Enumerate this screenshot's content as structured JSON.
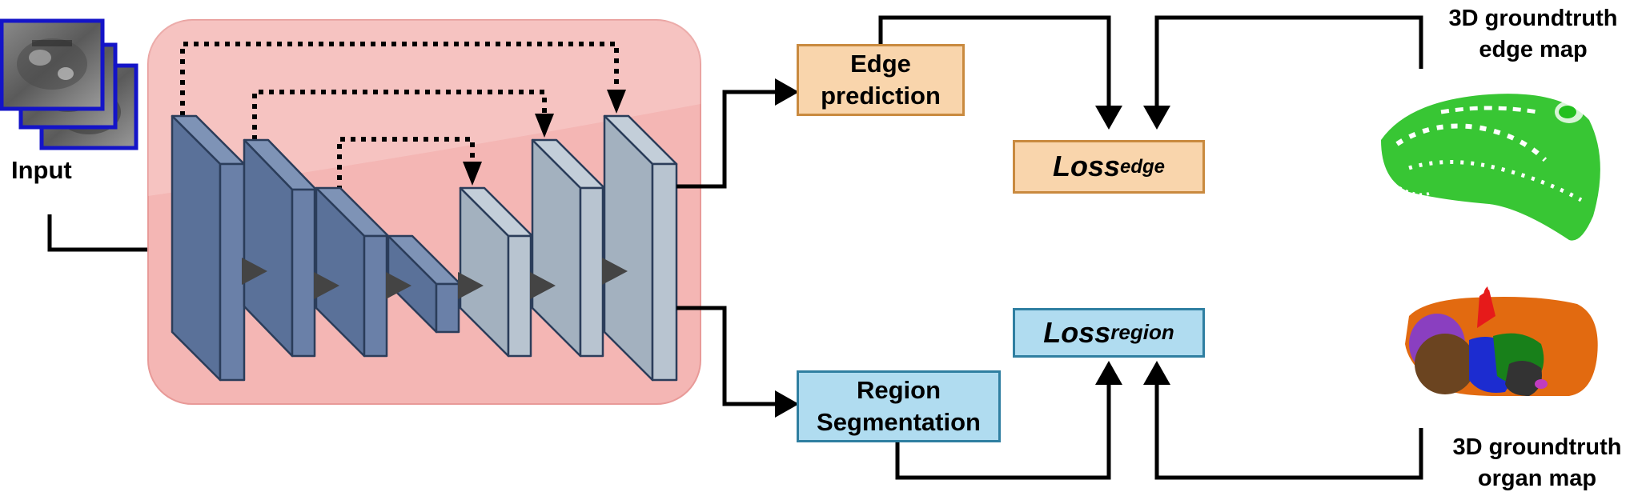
{
  "input": {
    "label": "Input"
  },
  "edge_prediction": {
    "line1": "Edge",
    "line2": "prediction"
  },
  "region_segmentation": {
    "line1": "Region",
    "line2": "Segmentation"
  },
  "loss_edge": {
    "main": "Loss",
    "sub": "edge"
  },
  "loss_region": {
    "main": "Loss",
    "sub": "region"
  },
  "gt_edge": {
    "line1": "3D groundtruth",
    "line2": "edge map"
  },
  "gt_organ": {
    "line1": "3D groundtruth",
    "line2": "organ map"
  },
  "colors": {
    "network_bg": "#f4b6b4",
    "encoder_block": "#5a7199",
    "decoder_block": "#a3b1bf",
    "edge_box": "#f9d5ac",
    "region_box": "#b0dcf0",
    "edge_map": "#22c01e"
  }
}
